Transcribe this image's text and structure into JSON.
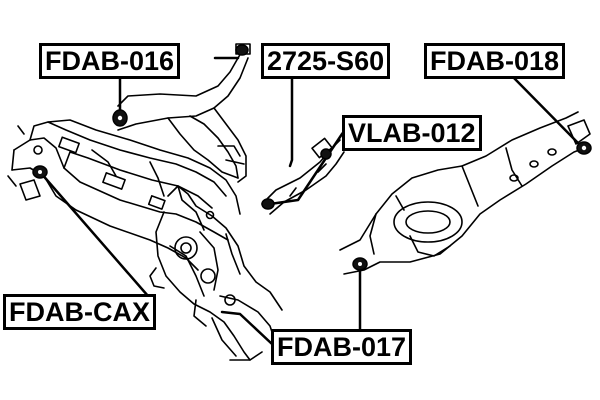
{
  "labels": {
    "fdab_016": "FDAB-016",
    "s60": "2725-S60",
    "fdab_018": "FDAB-018",
    "vlab_012": "VLAB-012",
    "fdab_cax": "FDAB-CAX",
    "fdab_017": "FDAB-017"
  },
  "colors": {
    "line": "#000000",
    "background": "#ffffff",
    "bushing": "#111111"
  }
}
